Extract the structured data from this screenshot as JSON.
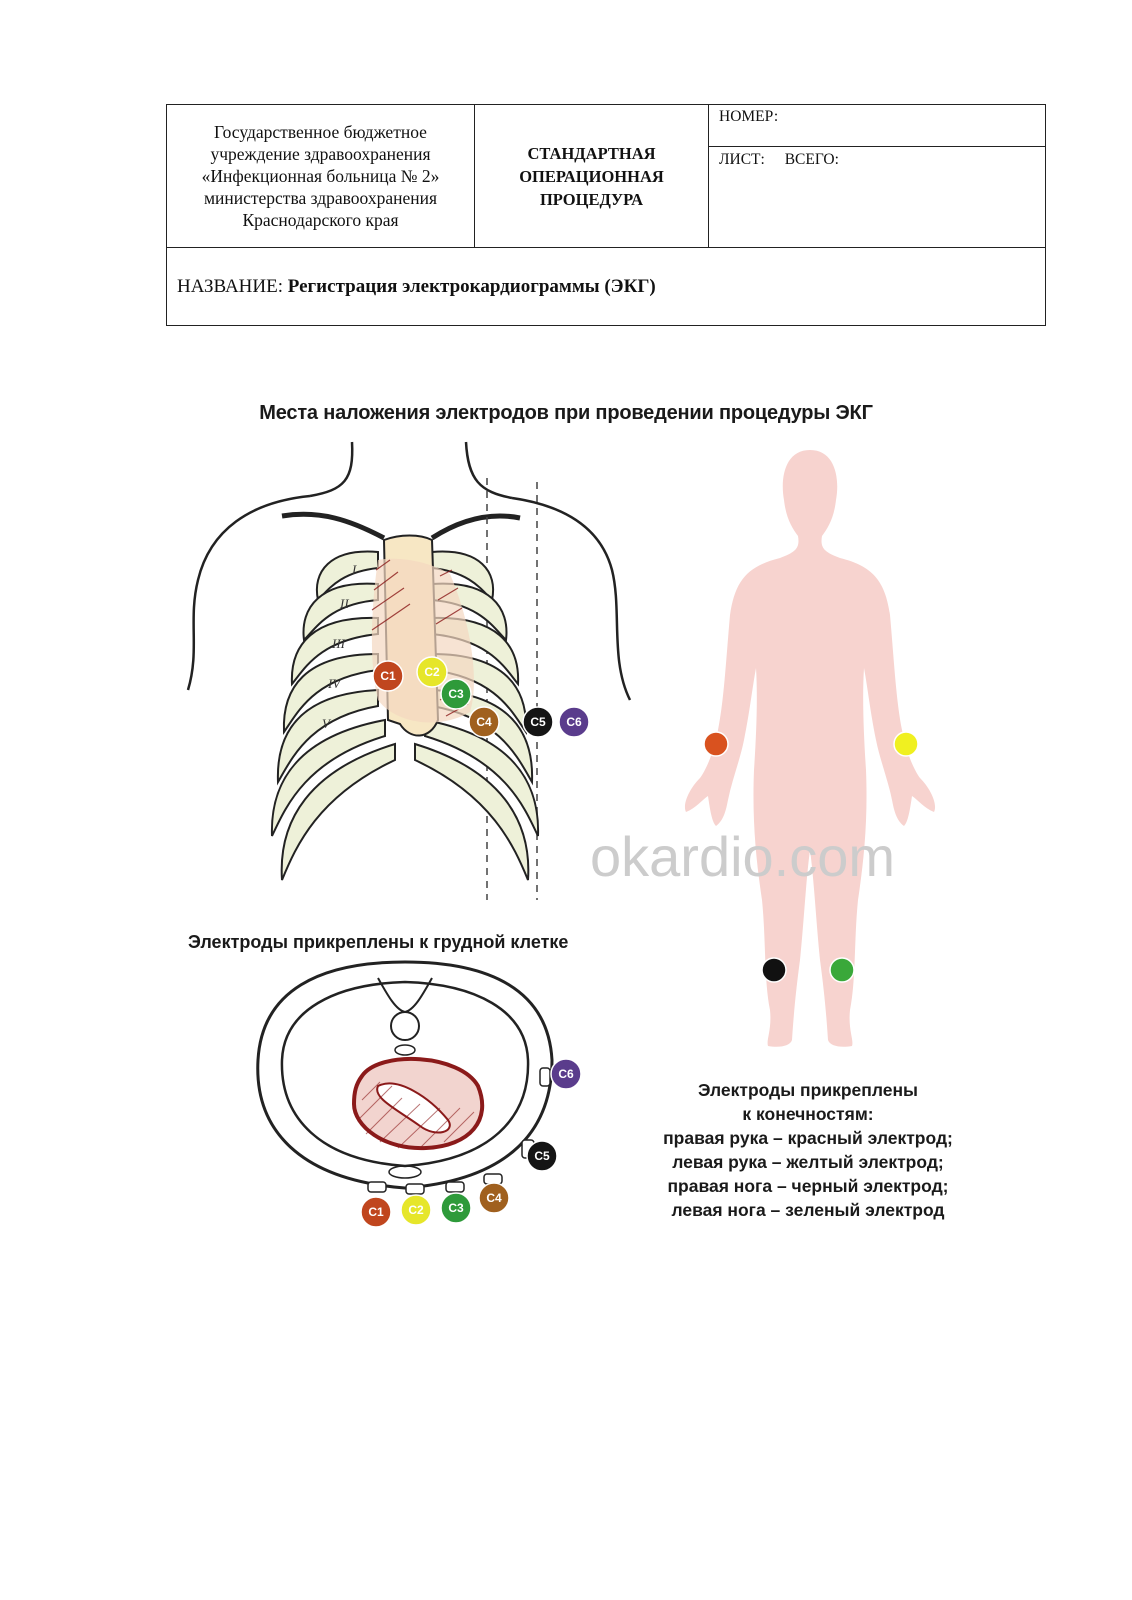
{
  "header": {
    "organization": "Государственное бюджетное\nучреждение здравоохранения\n«Инфекционная больница № 2»\nминистерства здравоохранения\nКраснодарского края",
    "procedure_type": "СТАНДАРТНАЯ\nОПЕРАЦИОННАЯ\nПРОЦЕДУРА",
    "number_label": "НОМЕР:",
    "sheet_label": "ЛИСТ:",
    "total_label": "ВСЕГО:",
    "name_label": "НАЗВАНИЕ:",
    "name_value": "Регистрация электрокардиограммы (ЭКГ)"
  },
  "figure": {
    "main_caption": "Места наложения электродов при проведении процедуры ЭКГ",
    "chest_caption": "Электроды прикреплены к грудной клетке",
    "limb_caption": "Электроды прикреплены\nк конечностям:\nправая рука – красный электрод;\nлевая рука – желтый электрод;\nправая нога – черный электрод;\nлевая нога – зеленый электрод",
    "watermark": "okardio.com",
    "rib_numerals": [
      "I",
      "II",
      "III",
      "IV",
      "V"
    ],
    "chest_electrodes": [
      {
        "label": "C1",
        "color": "#c0461e"
      },
      {
        "label": "C2",
        "color": "#e6e62a"
      },
      {
        "label": "C3",
        "color": "#2e9a3a"
      },
      {
        "label": "C4",
        "color": "#a0601e"
      },
      {
        "label": "C5",
        "color": "#151515"
      },
      {
        "label": "C6",
        "color": "#5a3c8c"
      }
    ],
    "limb_electrodes": [
      {
        "position": "right-arm",
        "color": "#d9521f"
      },
      {
        "position": "left-arm",
        "color": "#f0f020"
      },
      {
        "position": "right-leg",
        "color": "#111111"
      },
      {
        "position": "left-leg",
        "color": "#3aa83a"
      }
    ],
    "body_color": "#f7d3cf",
    "heart_color": "#8b1a1a"
  }
}
